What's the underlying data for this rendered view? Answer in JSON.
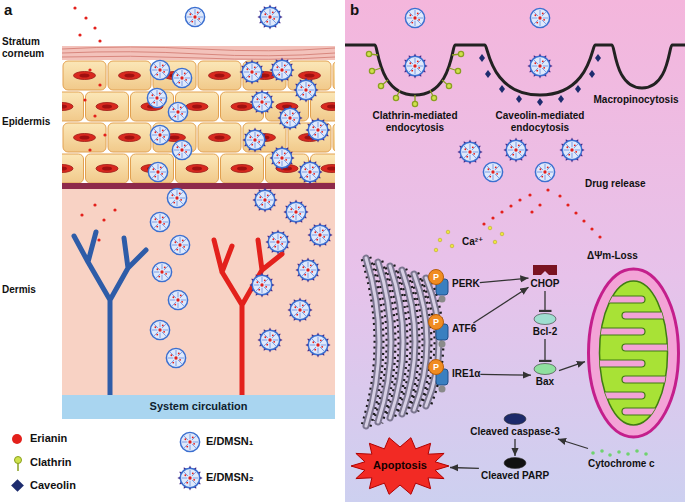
{
  "diagram": {
    "nodes": [
      {
        "text": [
          "System circulation"
        ]
      },
      {
        "text": [
          "P"
        ]
      },
      {
        "text": [
          "PERK"
        ]
      },
      {
        "text": [
          "P"
        ]
      },
      {
        "text": [
          "ATF6"
        ]
      },
      {
        "text": [
          "P"
        ]
      },
      {
        "text": [
          "IRE1α"
        ]
      },
      {
        "text": [
          "CHOP"
        ]
      },
      {
        "text": [
          "Bcl-2"
        ]
      },
      {
        "text": [
          "Bax"
        ]
      },
      {
        "text": [
          "ΔΨm-Loss"
        ]
      },
      {
        "text": [
          "Cytochrome c"
        ]
      },
      {
        "text": [
          "Cleaved caspase-3"
        ]
      },
      {
        "text": [
          "Cleaved PARP"
        ]
      },
      {
        "text": [
          "Apoptosis"
        ]
      }
    ],
    "edges": [
      {
        "from": 2,
        "to": 7,
        "arrow": "to"
      },
      {
        "from": 4,
        "to": 7,
        "arrow": "to"
      },
      {
        "from": 7,
        "to": 8,
        "arrow": "to"
      },
      {
        "from": 8,
        "to": 9,
        "arrow": "to"
      },
      {
        "from": 6,
        "to": 9,
        "arrow": "to"
      },
      {
        "from": 9,
        "to": 10,
        "arrow": "to"
      },
      {
        "from": 11,
        "to": 12,
        "arrow": "to"
      },
      {
        "from": 12,
        "to": 13,
        "arrow": "to"
      },
      {
        "from": 13,
        "to": 14,
        "arrow": "to"
      }
    ],
    "labels": [
      "a",
      "Stratum corneum",
      "Epidermis",
      "Dermis",
      "b",
      "Clathrin-mediated endocytosis",
      "Caveolin-mediated endocytosis",
      "Macropinocytosis",
      "Drug release",
      "Ca²⁺"
    ],
    "legend": [
      {
        "text": "Erianin",
        "color": "#e3201b"
      },
      {
        "text": "Clathrin"
      },
      {
        "text": "Caveolin",
        "color": "#1d2c6e"
      },
      {
        "text": "E/DMSN₁"
      },
      {
        "text": "E/DMSN₂"
      }
    ]
  }
}
